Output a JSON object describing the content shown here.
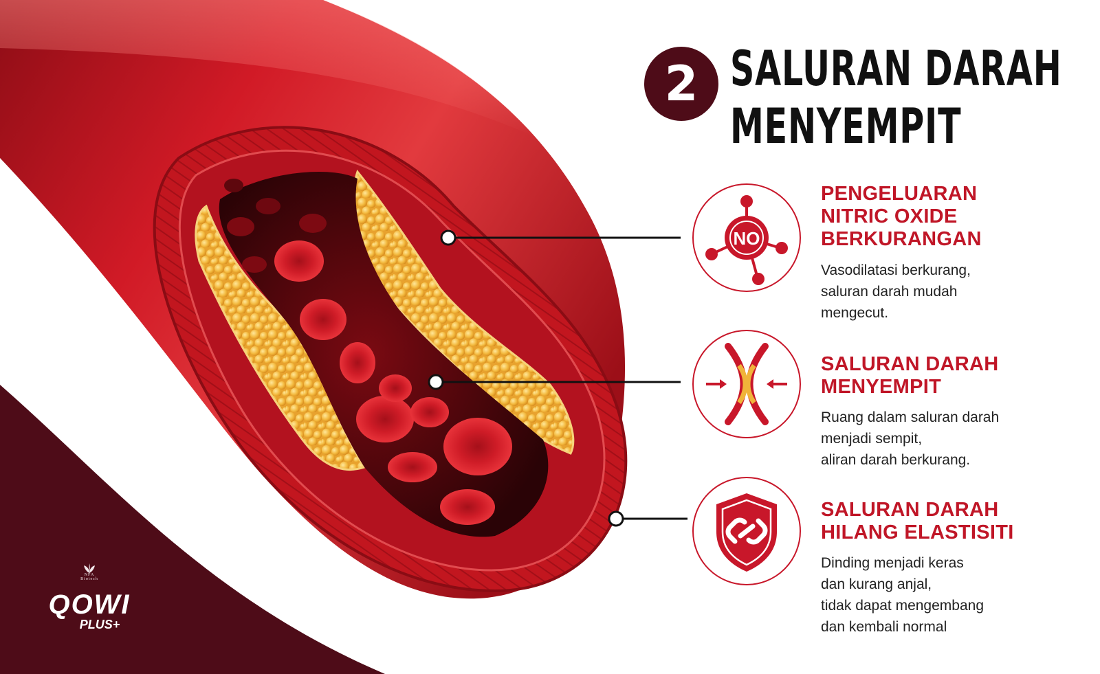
{
  "header": {
    "number": "2",
    "title_line1": "SALURAN DARAH",
    "title_line2": "MENYEMPIT"
  },
  "features": [
    {
      "icon": "nitric-oxide-molecule-icon",
      "icon_text": "NO",
      "heading": [
        "PENGELUARAN",
        "NITRIC OXIDE",
        "BERKURANGAN"
      ],
      "description": [
        "Vasodilatasi berkurang,",
        "saluran darah mudah",
        "mengecut."
      ]
    },
    {
      "icon": "narrowing-vessel-icon",
      "heading": [
        "SALURAN DARAH",
        "MENYEMPIT"
      ],
      "description": [
        "Ruang dalam saluran darah",
        "menjadi sempit,",
        "aliran darah berkurang."
      ]
    },
    {
      "icon": "shield-broken-link-icon",
      "heading": [
        "SALURAN DARAH",
        "HILANG ELASTISITI"
      ],
      "description": [
        "Dinding menjadi keras",
        "dan kurang anjal,",
        "tidak dapat mengembang",
        "dan kembali normal"
      ]
    }
  ],
  "brand": {
    "logo_text": "NFA",
    "logo_sub": "Biotech",
    "name": "QOWI",
    "suffix": "PLUS+"
  },
  "colors": {
    "accent_red": "#c8172a",
    "dark_maroon": "#4e0c18",
    "plaque_yellow": "#f0b43a",
    "vessel_red": "#b3121f"
  }
}
